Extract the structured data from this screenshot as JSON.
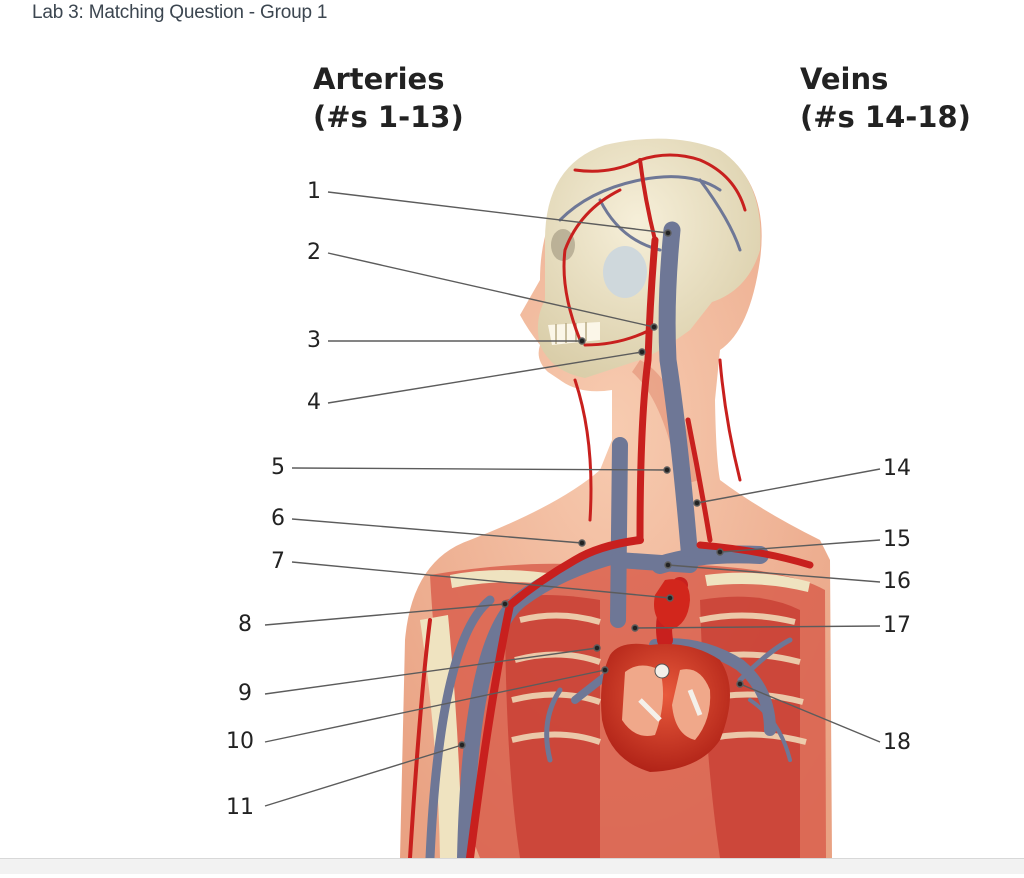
{
  "header": {
    "title": "Lab 3: Matching Question - Group 1"
  },
  "figure": {
    "arteries_title": "Arteries",
    "arteries_range": "(#s 1-13)",
    "veins_title": "Veins",
    "veins_range": "(#s 14-18)",
    "left_labels": [
      "1",
      "2",
      "3",
      "4",
      "5",
      "6",
      "7",
      "8",
      "9",
      "10",
      "11"
    ],
    "right_labels": [
      "14",
      "15",
      "16",
      "17",
      "18"
    ]
  },
  "colors": {
    "artery": "#c8201e",
    "vein": "#6e7796",
    "skin": "#f2b89a",
    "bone": "#ede3c6"
  }
}
